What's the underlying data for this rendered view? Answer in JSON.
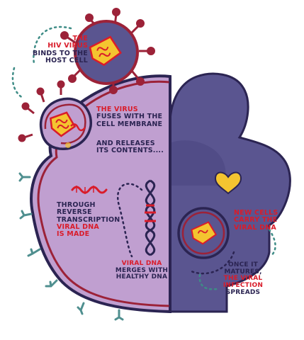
{
  "labels": {
    "binds": {
      "line1": "The",
      "line2": "HIV virus",
      "line3": "binds to the",
      "line4": "host cell"
    },
    "fuses": {
      "line1": "The virus",
      "line2": "fuses with the",
      "line3": "cell membrane"
    },
    "releases": {
      "line1": "And releases",
      "line2": "its contents...."
    },
    "transcription": {
      "line1": "Through",
      "line2": "reverse",
      "line3": "transcription",
      "line4": "viral DNA",
      "line5": "is made"
    },
    "merges": {
      "line1": "Viral DNA",
      "line2": "merges with",
      "line3": "healthy DNA"
    },
    "new_cells": {
      "line1": "New cells",
      "line2": "carry the",
      "line3": "viral DNA"
    },
    "matures": {
      "line1": "Once it",
      "line2": "matures,",
      "line3": "the viral",
      "line4": "infection",
      "line5": "spreads"
    }
  },
  "colors": {
    "cell_fill": "#c09fd0",
    "cell_outline": "#2b2452",
    "membrane_red": "#9c2238",
    "receptor_teal": "#4f8f8f",
    "person_fill": "#5a5590",
    "virus_core": "#f4c430",
    "text_red": "#d91c2a",
    "text_navy": "#2b2452",
    "heart": "#f4c430",
    "dotted_teal": "#3e8c86"
  },
  "icons": [
    "virus-icon",
    "heart-icon",
    "dna-helix-icon",
    "rna-strand-icon",
    "person-silhouette-icon"
  ]
}
